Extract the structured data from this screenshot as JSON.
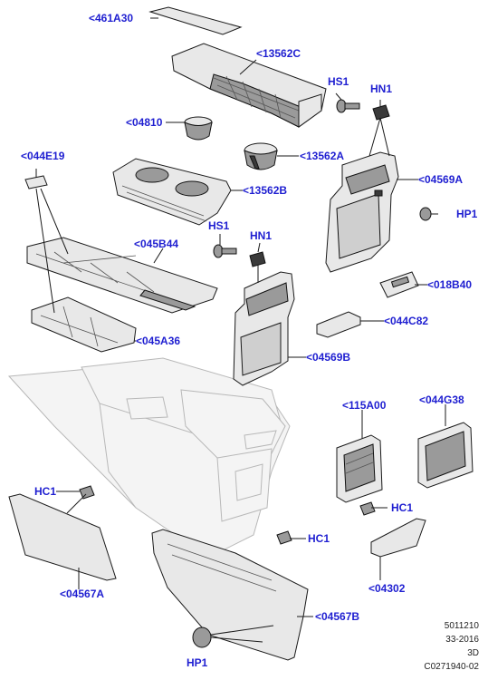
{
  "colors": {
    "callout": "#1f1fd1",
    "line": "#1a1a1a",
    "ghost": "#b8b8b8"
  },
  "callouts": {
    "c461A30": "<461A30",
    "c13562C": "<13562C",
    "cHS1a": "HS1",
    "cHN1a": "HN1",
    "c04810": "<04810",
    "c13562A": "<13562A",
    "c044E19": "<044E19",
    "c13562B": "<13562B",
    "c04569A": "<04569A",
    "cHP1a": "HP1",
    "cHS1b": "HS1",
    "cHN1b": "HN1",
    "c045B44": "<045B44",
    "c018B40": "<018B40",
    "c044C82": "<044C82",
    "c045A36": "<045A36",
    "c04569B": "<04569B",
    "c115A00": "<115A00",
    "c044G38": "<044G38",
    "cHC1a": "HC1",
    "cHC1b": "HC1",
    "cHC1c": "HC1",
    "c04567A": "<04567A",
    "c04302": "<04302",
    "c04567B": "<04567B",
    "cHP1b": "HP1"
  },
  "reference": {
    "line1": "5011210",
    "line2": "33-2016",
    "line3": "3D",
    "line4": "C0271940-02"
  }
}
